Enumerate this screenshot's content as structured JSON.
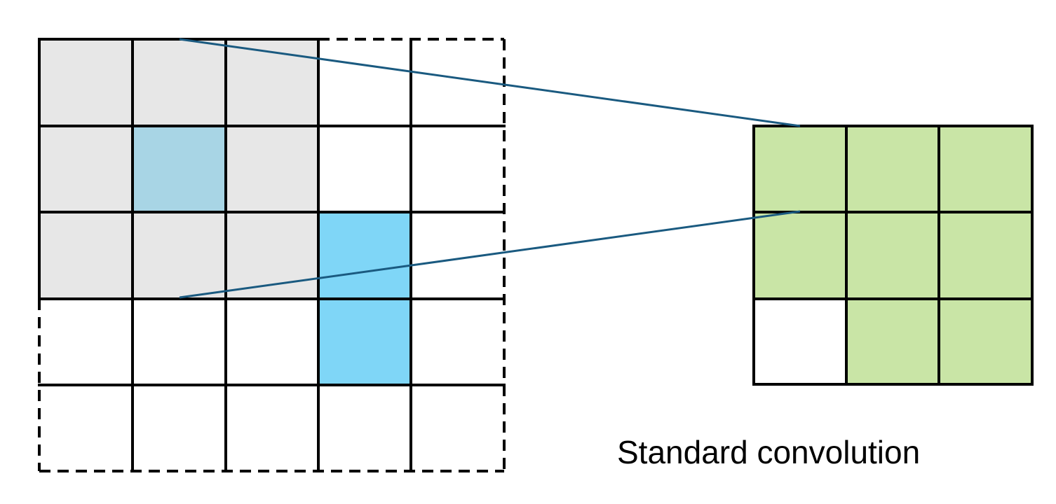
{
  "caption": "Standard convolution",
  "colors": {
    "background": "#ffffff",
    "grid_line": "#000000",
    "receptive_field": "#e7e7e7",
    "center_cell": "#a8d5e5",
    "highlight_cell": "#7fd6f7",
    "output_cell": "#c9e5a6",
    "connector": "#1a5a80"
  },
  "input_grid": {
    "rows": 5,
    "cols": 5,
    "receptive_field": {
      "row_start": 0,
      "row_end": 2,
      "col_start": 0,
      "col_end": 2
    },
    "center_cell": {
      "row": 1,
      "col": 1
    },
    "highlight_cells": [
      {
        "row": 2,
        "col": 3
      },
      {
        "row": 3,
        "col": 3
      }
    ],
    "dashed_border_sides": [
      "top-right",
      "right",
      "bottom",
      "bottom-left"
    ]
  },
  "output_grid": {
    "rows": 3,
    "cols": 3,
    "empty_cells": [
      {
        "row": 2,
        "col": 0
      }
    ]
  }
}
